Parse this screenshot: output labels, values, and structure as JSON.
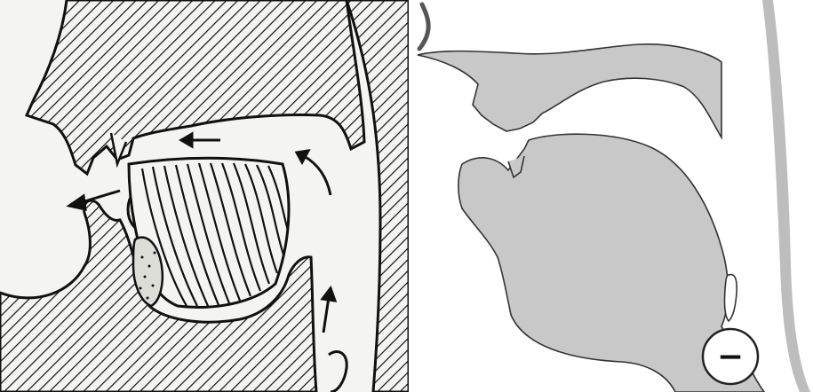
{
  "left_diagram": {
    "style": "hatched-line-drawing",
    "colors": {
      "ink": "#111111",
      "paper": "#f4f4f2"
    },
    "airflow_arrows": 4
  },
  "right_diagram": {
    "style": "gray-silhouette",
    "colors": {
      "fill": "#c8c8c8",
      "outline": "#333333",
      "spine": "#bdbdbd"
    },
    "voicing_symbol": "−"
  }
}
